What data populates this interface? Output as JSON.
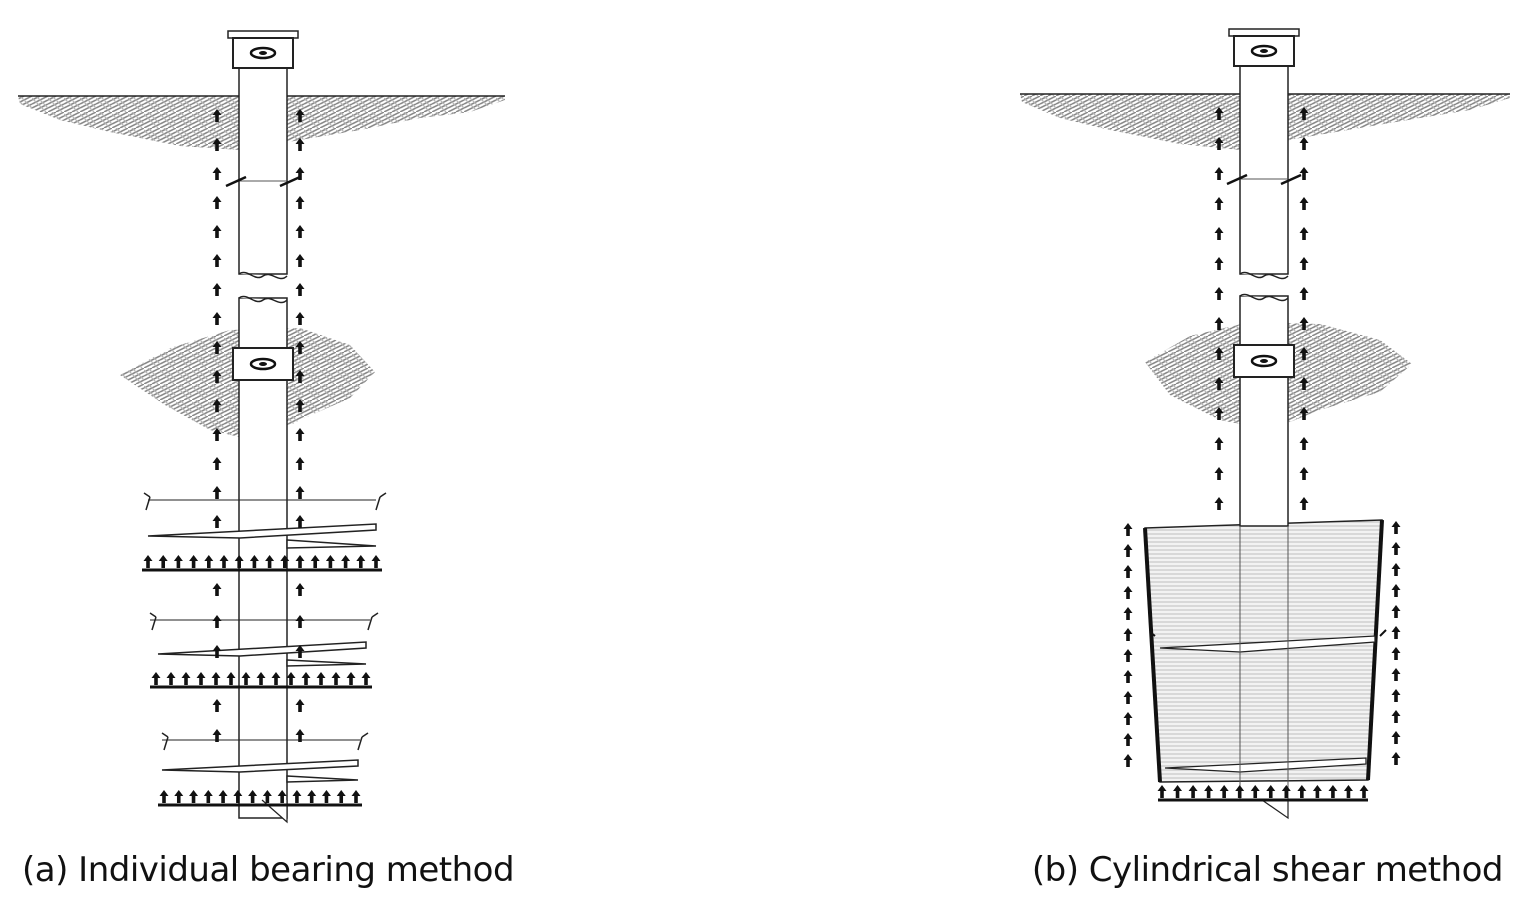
{
  "panels": [
    {
      "id": "a",
      "caption": "(a) Individual bearing method",
      "method": "individual-bearing"
    },
    {
      "id": "b",
      "caption": "(b) Cylindrical shear method",
      "method": "cylindrical-shear"
    }
  ],
  "colors": {
    "line": "#111111",
    "soil_hatch": "#9a9a9a",
    "shear_fill": "#d9d9d9",
    "background": "#ffffff"
  },
  "icons": [
    "upward-arrow-icon",
    "soil-hatch",
    "helix-plate",
    "pile-cap"
  ]
}
